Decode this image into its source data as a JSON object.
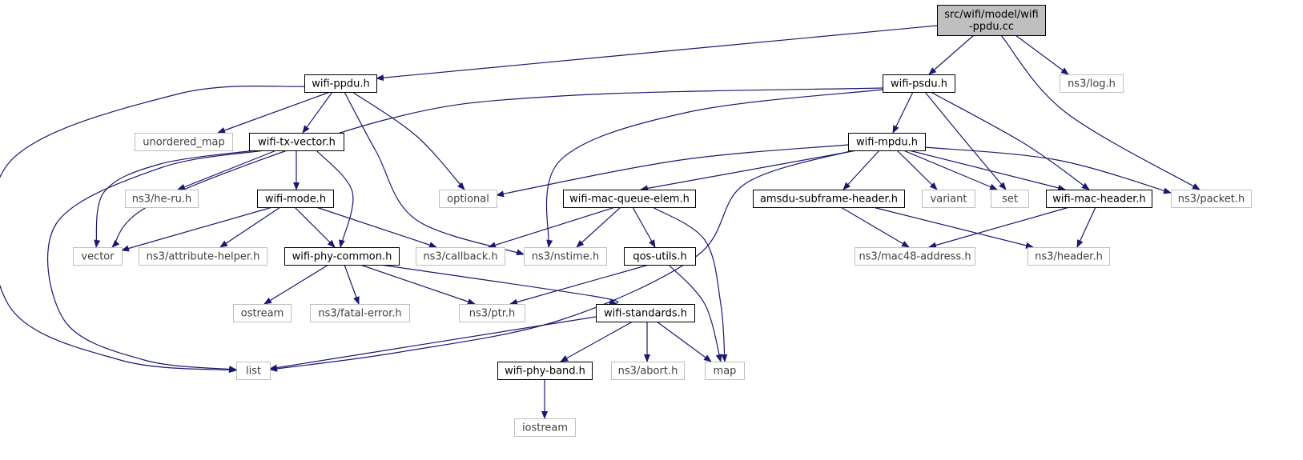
{
  "graph": {
    "title": "src/wifi/model/wifi-ppdu.cc",
    "colors": {
      "edge": "#191970",
      "root_fill": "#bfbfbf",
      "root_border": "#000000",
      "documented_border": "#000000",
      "external_border": "#bfbfbf",
      "documented_text": "#000000",
      "external_text": "#3f3f3f"
    },
    "nodes": [
      {
        "id": "root",
        "lines": [
          "src/wifi/model/wifi",
          "-ppdu.cc"
        ],
        "kind": "root"
      },
      {
        "id": "wifi_ppdu_h",
        "lines": [
          "wifi-ppdu.h"
        ],
        "kind": "documented"
      },
      {
        "id": "wifi_psdu_h",
        "lines": [
          "wifi-psdu.h"
        ],
        "kind": "documented"
      },
      {
        "id": "ns3_log_h",
        "lines": [
          "ns3/log.h"
        ],
        "kind": "external"
      },
      {
        "id": "unordered_map",
        "lines": [
          "unordered_map"
        ],
        "kind": "external"
      },
      {
        "id": "wifi_tx_vector_h",
        "lines": [
          "wifi-tx-vector.h"
        ],
        "kind": "documented"
      },
      {
        "id": "wifi_mpdu_h",
        "lines": [
          "wifi-mpdu.h"
        ],
        "kind": "documented"
      },
      {
        "id": "ns3_he_ru_h",
        "lines": [
          "ns3/he-ru.h"
        ],
        "kind": "external"
      },
      {
        "id": "wifi_mode_h",
        "lines": [
          "wifi-mode.h"
        ],
        "kind": "documented"
      },
      {
        "id": "optional",
        "lines": [
          "optional"
        ],
        "kind": "external"
      },
      {
        "id": "wifi_mac_queue_elem_h",
        "lines": [
          "wifi-mac-queue-elem.h"
        ],
        "kind": "documented"
      },
      {
        "id": "amsdu_subframe_header_h",
        "lines": [
          "amsdu-subframe-header.h"
        ],
        "kind": "documented"
      },
      {
        "id": "variant",
        "lines": [
          "variant"
        ],
        "kind": "external"
      },
      {
        "id": "set",
        "lines": [
          "set"
        ],
        "kind": "external"
      },
      {
        "id": "wifi_mac_header_h",
        "lines": [
          "wifi-mac-header.h"
        ],
        "kind": "documented"
      },
      {
        "id": "ns3_packet_h",
        "lines": [
          "ns3/packet.h"
        ],
        "kind": "external"
      },
      {
        "id": "vector",
        "lines": [
          "vector"
        ],
        "kind": "external"
      },
      {
        "id": "ns3_attribute_helper_h",
        "lines": [
          "ns3/attribute-helper.h"
        ],
        "kind": "external"
      },
      {
        "id": "wifi_phy_common_h",
        "lines": [
          "wifi-phy-common.h"
        ],
        "kind": "documented"
      },
      {
        "id": "ns3_callback_h",
        "lines": [
          "ns3/callback.h"
        ],
        "kind": "external"
      },
      {
        "id": "ns3_nstime_h",
        "lines": [
          "ns3/nstime.h"
        ],
        "kind": "external"
      },
      {
        "id": "qos_utils_h",
        "lines": [
          "qos-utils.h"
        ],
        "kind": "documented"
      },
      {
        "id": "ns3_mac48_address_h",
        "lines": [
          "ns3/mac48-address.h"
        ],
        "kind": "external"
      },
      {
        "id": "ns3_header_h",
        "lines": [
          "ns3/header.h"
        ],
        "kind": "external"
      },
      {
        "id": "ostream",
        "lines": [
          "ostream"
        ],
        "kind": "external"
      },
      {
        "id": "ns3_fatal_error_h",
        "lines": [
          "ns3/fatal-error.h"
        ],
        "kind": "external"
      },
      {
        "id": "ns3_ptr_h",
        "lines": [
          "ns3/ptr.h"
        ],
        "kind": "external"
      },
      {
        "id": "wifi_standards_h",
        "lines": [
          "wifi-standards.h"
        ],
        "kind": "documented"
      },
      {
        "id": "list",
        "lines": [
          "list"
        ],
        "kind": "external"
      },
      {
        "id": "wifi_phy_band_h",
        "lines": [
          "wifi-phy-band.h"
        ],
        "kind": "documented"
      },
      {
        "id": "ns3_abort_h",
        "lines": [
          "ns3/abort.h"
        ],
        "kind": "external"
      },
      {
        "id": "map",
        "lines": [
          "map"
        ],
        "kind": "external"
      },
      {
        "id": "iostream",
        "lines": [
          "iostream"
        ],
        "kind": "external"
      }
    ],
    "edges": [
      {
        "from": "root",
        "to": "wifi_ppdu_h"
      },
      {
        "from": "root",
        "to": "wifi_psdu_h"
      },
      {
        "from": "root",
        "to": "ns3_log_h"
      },
      {
        "from": "root",
        "to": "ns3_packet_h"
      },
      {
        "from": "wifi_ppdu_h",
        "to": "list"
      },
      {
        "from": "wifi_ppdu_h",
        "to": "unordered_map"
      },
      {
        "from": "wifi_ppdu_h",
        "to": "wifi_tx_vector_h"
      },
      {
        "from": "wifi_ppdu_h",
        "to": "optional"
      },
      {
        "from": "wifi_ppdu_h",
        "to": "ns3_nstime_h"
      },
      {
        "from": "wifi_psdu_h",
        "to": "vector"
      },
      {
        "from": "wifi_psdu_h",
        "to": "ns3_nstime_h"
      },
      {
        "from": "wifi_psdu_h",
        "to": "wifi_mpdu_h"
      },
      {
        "from": "wifi_psdu_h",
        "to": "set"
      },
      {
        "from": "wifi_psdu_h",
        "to": "wifi_mac_header_h"
      },
      {
        "from": "wifi_tx_vector_h",
        "to": "list"
      },
      {
        "from": "wifi_tx_vector_h",
        "to": "vector"
      },
      {
        "from": "wifi_tx_vector_h",
        "to": "ns3_he_ru_h"
      },
      {
        "from": "wifi_tx_vector_h",
        "to": "wifi_mode_h"
      },
      {
        "from": "wifi_tx_vector_h",
        "to": "wifi_phy_common_h"
      },
      {
        "from": "wifi_mpdu_h",
        "to": "optional"
      },
      {
        "from": "wifi_mpdu_h",
        "to": "wifi_mac_queue_elem_h"
      },
      {
        "from": "wifi_mpdu_h",
        "to": "list"
      },
      {
        "from": "wifi_mpdu_h",
        "to": "amsdu_subframe_header_h"
      },
      {
        "from": "wifi_mpdu_h",
        "to": "variant"
      },
      {
        "from": "wifi_mpdu_h",
        "to": "set"
      },
      {
        "from": "wifi_mpdu_h",
        "to": "wifi_mac_header_h"
      },
      {
        "from": "wifi_mpdu_h",
        "to": "ns3_packet_h"
      },
      {
        "from": "wifi_mode_h",
        "to": "vector"
      },
      {
        "from": "wifi_mode_h",
        "to": "ns3_attribute_helper_h"
      },
      {
        "from": "wifi_mode_h",
        "to": "wifi_phy_common_h"
      },
      {
        "from": "wifi_mode_h",
        "to": "ns3_callback_h"
      },
      {
        "from": "wifi_mac_queue_elem_h",
        "to": "ns3_callback_h"
      },
      {
        "from": "wifi_mac_queue_elem_h",
        "to": "ns3_nstime_h"
      },
      {
        "from": "wifi_mac_queue_elem_h",
        "to": "qos_utils_h"
      },
      {
        "from": "wifi_mac_queue_elem_h",
        "to": "map"
      },
      {
        "from": "amsdu_subframe_header_h",
        "to": "ns3_mac48_address_h"
      },
      {
        "from": "amsdu_subframe_header_h",
        "to": "ns3_header_h"
      },
      {
        "from": "wifi_mac_header_h",
        "to": "ns3_mac48_address_h"
      },
      {
        "from": "wifi_mac_header_h",
        "to": "ns3_header_h"
      },
      {
        "from": "wifi_phy_common_h",
        "to": "ostream"
      },
      {
        "from": "wifi_phy_common_h",
        "to": "ns3_fatal_error_h"
      },
      {
        "from": "wifi_phy_common_h",
        "to": "ns3_ptr_h"
      },
      {
        "from": "wifi_phy_common_h",
        "to": "wifi_standards_h"
      },
      {
        "from": "qos_utils_h",
        "to": "ns3_ptr_h"
      },
      {
        "from": "qos_utils_h",
        "to": "map"
      },
      {
        "from": "wifi_standards_h",
        "to": "list"
      },
      {
        "from": "wifi_standards_h",
        "to": "wifi_phy_band_h"
      },
      {
        "from": "wifi_standards_h",
        "to": "ns3_abort_h"
      },
      {
        "from": "wifi_standards_h",
        "to": "map"
      },
      {
        "from": "wifi_phy_band_h",
        "to": "iostream"
      }
    ]
  }
}
